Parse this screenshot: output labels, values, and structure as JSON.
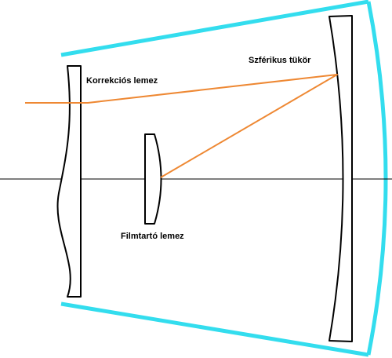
{
  "labels": {
    "corrector_plate": "Korrekciós lemez",
    "spherical_mirror": "Szférikus tükör",
    "film_holder_plate": "Filmtartó lemez"
  },
  "colors": {
    "tube": "#33ddee",
    "ray": "#ee8833",
    "outline": "#000000",
    "background": "#ffffff"
  }
}
